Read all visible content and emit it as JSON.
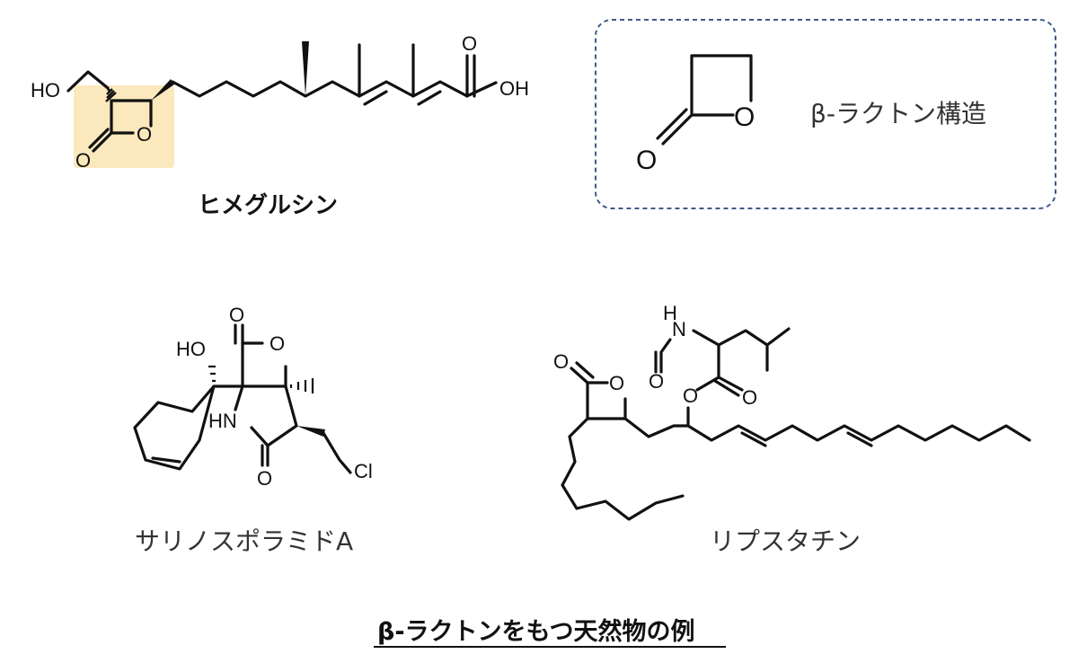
{
  "compounds": {
    "himeglucin": {
      "name": "ヒメグルシン"
    },
    "salinosporamide": {
      "name": "サリノスポラミドA"
    },
    "lipstatin": {
      "name": "リプスタチン"
    }
  },
  "atoms": {
    "ho": "HO",
    "oh": "OH",
    "o": "O",
    "hn": "HN",
    "h": "H",
    "n": "N",
    "cl": "Cl"
  },
  "box": {
    "label": "β-ラクトン構造"
  },
  "caption": "β-ラクトンをもつ天然物の例",
  "colors": {
    "highlight": "#fbe8bd",
    "box_border": "#3d5a87"
  }
}
